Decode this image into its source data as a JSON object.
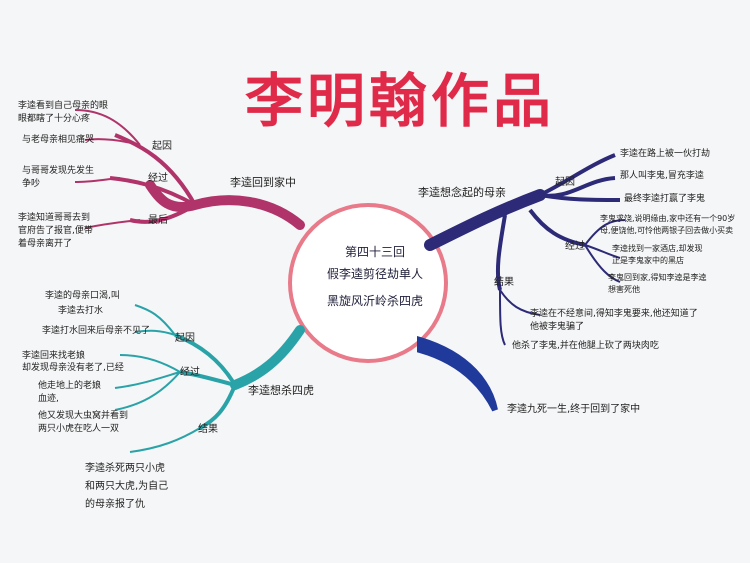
{
  "title": "李明翰作品",
  "center": {
    "line1": "第四十三回",
    "line2": "假李逵剪径劫单人",
    "line3": "黑旋风沂岭杀四虎"
  },
  "branches": {
    "top_left": {
      "main": "李逵回到家中",
      "labels": {
        "a": "起因",
        "b": "经过",
        "c": "最后"
      },
      "texts": {
        "t1a": "李逵看到自己母亲的眼",
        "t1b": "眼都瞎了十分心疼",
        "t2": "与老母亲相见痛哭",
        "t3a": "与哥哥发现先发生",
        "t3b": "争吵",
        "t4a": "李逵知道哥哥去到",
        "t4b": "官府告了报官,便带",
        "t4c": "着母亲离开了"
      }
    },
    "top_right": {
      "main": "李逵想念起的母亲",
      "labels": {
        "a": "起因",
        "b": "经过",
        "c": "结果"
      },
      "texts": {
        "t1": "李逵在路上被一伙打劫",
        "t2": "那人叫李鬼,冒充李逵",
        "t3": "最终李逵打赢了李鬼",
        "t4a": "李鬼求饶,说明缘由,家中还有一个90岁",
        "t4b": "母,便饶他,可怜他两银子回去做小买卖",
        "t5a": "李逵找到一家酒店,却发现",
        "t5b": "正是李鬼家中的黑店",
        "t6a": "李鬼回到家,得知李逵是李逵",
        "t6b": "想害死他",
        "t7a": "李逵在不经意间,得知李鬼要来,他还知道了",
        "t7b": "他被李鬼骗了",
        "t8": "他杀了李鬼,并在他腿上砍了两块肉吃"
      }
    },
    "bottom_left": {
      "main": "李逵想杀四虎",
      "labels": {
        "a": "起因",
        "b": "经过",
        "c": "结果"
      },
      "texts": {
        "t1a": "李逵的母亲口渴,叫",
        "t1b": "李逵去打水",
        "t2": "李逵打水回来后母亲不见了",
        "t3a": "李逵回来找老娘",
        "t3b": "却发现母亲没有老了,已经",
        "t4a": "他走地上的老娘",
        "t4b": "血迹,",
        "t5a": "他又发现大虫窝并看到",
        "t5b": "两只小虎在吃人一双",
        "t6a": "李逵杀死两只小虎",
        "t6b": "和两只大虎,为自己",
        "t6c": "的母亲报了仇"
      }
    },
    "bottom_right": {
      "main": "李逵九死一生,终于回到了家中"
    }
  },
  "colors": {
    "title": "#e02a4a",
    "ring": "#e87a8a",
    "top_left": "#b0346a",
    "top_right": "#2d2a78",
    "bottom_left": "#2aa3a8",
    "bottom_right": "#1f3a9a"
  }
}
